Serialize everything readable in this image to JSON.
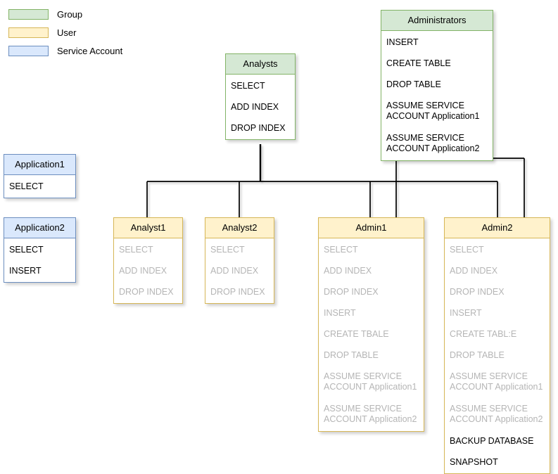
{
  "legend": {
    "items": [
      {
        "label": "Group",
        "color": "#d5e8d4",
        "border": "#82b366"
      },
      {
        "label": "User",
        "color": "#fff2cc",
        "border": "#d6b656"
      },
      {
        "label": "Service Account",
        "color": "#dae8fc",
        "border": "#6c8ebf"
      }
    ]
  },
  "nodes": {
    "administrators": {
      "title": "Administrators",
      "type": "Group",
      "permissions": [
        {
          "text": "INSERT",
          "inherited": false
        },
        {
          "text": "CREATE TABLE",
          "inherited": false
        },
        {
          "text": "DROP TABLE",
          "inherited": false
        },
        {
          "text": "ASSUME SERVICE\nACCOUNT Application1",
          "inherited": false
        },
        {
          "text": "ASSUME SERVICE\nACCOUNT Application2",
          "inherited": false
        }
      ]
    },
    "analysts": {
      "title": "Analysts",
      "type": "Group",
      "permissions": [
        {
          "text": "SELECT",
          "inherited": false
        },
        {
          "text": "ADD INDEX",
          "inherited": false
        },
        {
          "text": "DROP INDEX",
          "inherited": false
        }
      ]
    },
    "application1": {
      "title": "Application1",
      "type": "Service Account",
      "permissions": [
        {
          "text": "SELECT",
          "inherited": false
        }
      ]
    },
    "application2": {
      "title": "Application2",
      "type": "Service Account",
      "permissions": [
        {
          "text": "SELECT",
          "inherited": false
        },
        {
          "text": "INSERT",
          "inherited": false
        }
      ]
    },
    "analyst1": {
      "title": "Analyst1",
      "type": "User",
      "permissions": [
        {
          "text": "SELECT",
          "inherited": true
        },
        {
          "text": "ADD INDEX",
          "inherited": true
        },
        {
          "text": "DROP INDEX",
          "inherited": true
        }
      ]
    },
    "analyst2": {
      "title": "Analyst2",
      "type": "User",
      "permissions": [
        {
          "text": "SELECT",
          "inherited": true
        },
        {
          "text": "ADD INDEX",
          "inherited": true
        },
        {
          "text": "DROP INDEX",
          "inherited": true
        }
      ]
    },
    "admin1": {
      "title": "Admin1",
      "type": "User",
      "permissions": [
        {
          "text": "SELECT",
          "inherited": true
        },
        {
          "text": "ADD INDEX",
          "inherited": true
        },
        {
          "text": "DROP INDEX",
          "inherited": true
        },
        {
          "text": "INSERT",
          "inherited": true
        },
        {
          "text": "CREATE TBALE",
          "inherited": true
        },
        {
          "text": "DROP TABLE",
          "inherited": true
        },
        {
          "text": "ASSUME SERVICE\nACCOUNT Application1",
          "inherited": true
        },
        {
          "text": "ASSUME SERVICE\nACCOUNT Application2",
          "inherited": true
        }
      ]
    },
    "admin2": {
      "title": "Admin2",
      "type": "User",
      "permissions": [
        {
          "text": "SELECT",
          "inherited": true
        },
        {
          "text": "ADD INDEX",
          "inherited": true
        },
        {
          "text": "DROP INDEX",
          "inherited": true
        },
        {
          "text": "INSERT",
          "inherited": true
        },
        {
          "text": "CREATE TABL:E",
          "inherited": true
        },
        {
          "text": "DROP TABLE",
          "inherited": true
        },
        {
          "text": "ASSUME SERVICE\nACCOUNT Application1",
          "inherited": true
        },
        {
          "text": "ASSUME SERVICE\nACCOUNT Application2",
          "inherited": true
        },
        {
          "text": "BACKUP DATABASE",
          "inherited": false
        },
        {
          "text": "SNAPSHOT",
          "inherited": false
        }
      ]
    }
  },
  "edges": [
    {
      "from": "analysts",
      "to": "analyst1"
    },
    {
      "from": "analysts",
      "to": "analyst2"
    },
    {
      "from": "analysts",
      "to": "admin1"
    },
    {
      "from": "analysts",
      "to": "admin2"
    },
    {
      "from": "administrators",
      "to": "admin1"
    },
    {
      "from": "administrators",
      "to": "admin2"
    }
  ],
  "colors": {
    "group_fill": "#d5e8d4",
    "group_stroke": "#82b366",
    "user_fill": "#fff2cc",
    "user_stroke": "#d6b656",
    "service_fill": "#dae8fc",
    "service_stroke": "#6c8ebf",
    "edge": "#000000",
    "inherited_text": "#b5b5b5"
  }
}
